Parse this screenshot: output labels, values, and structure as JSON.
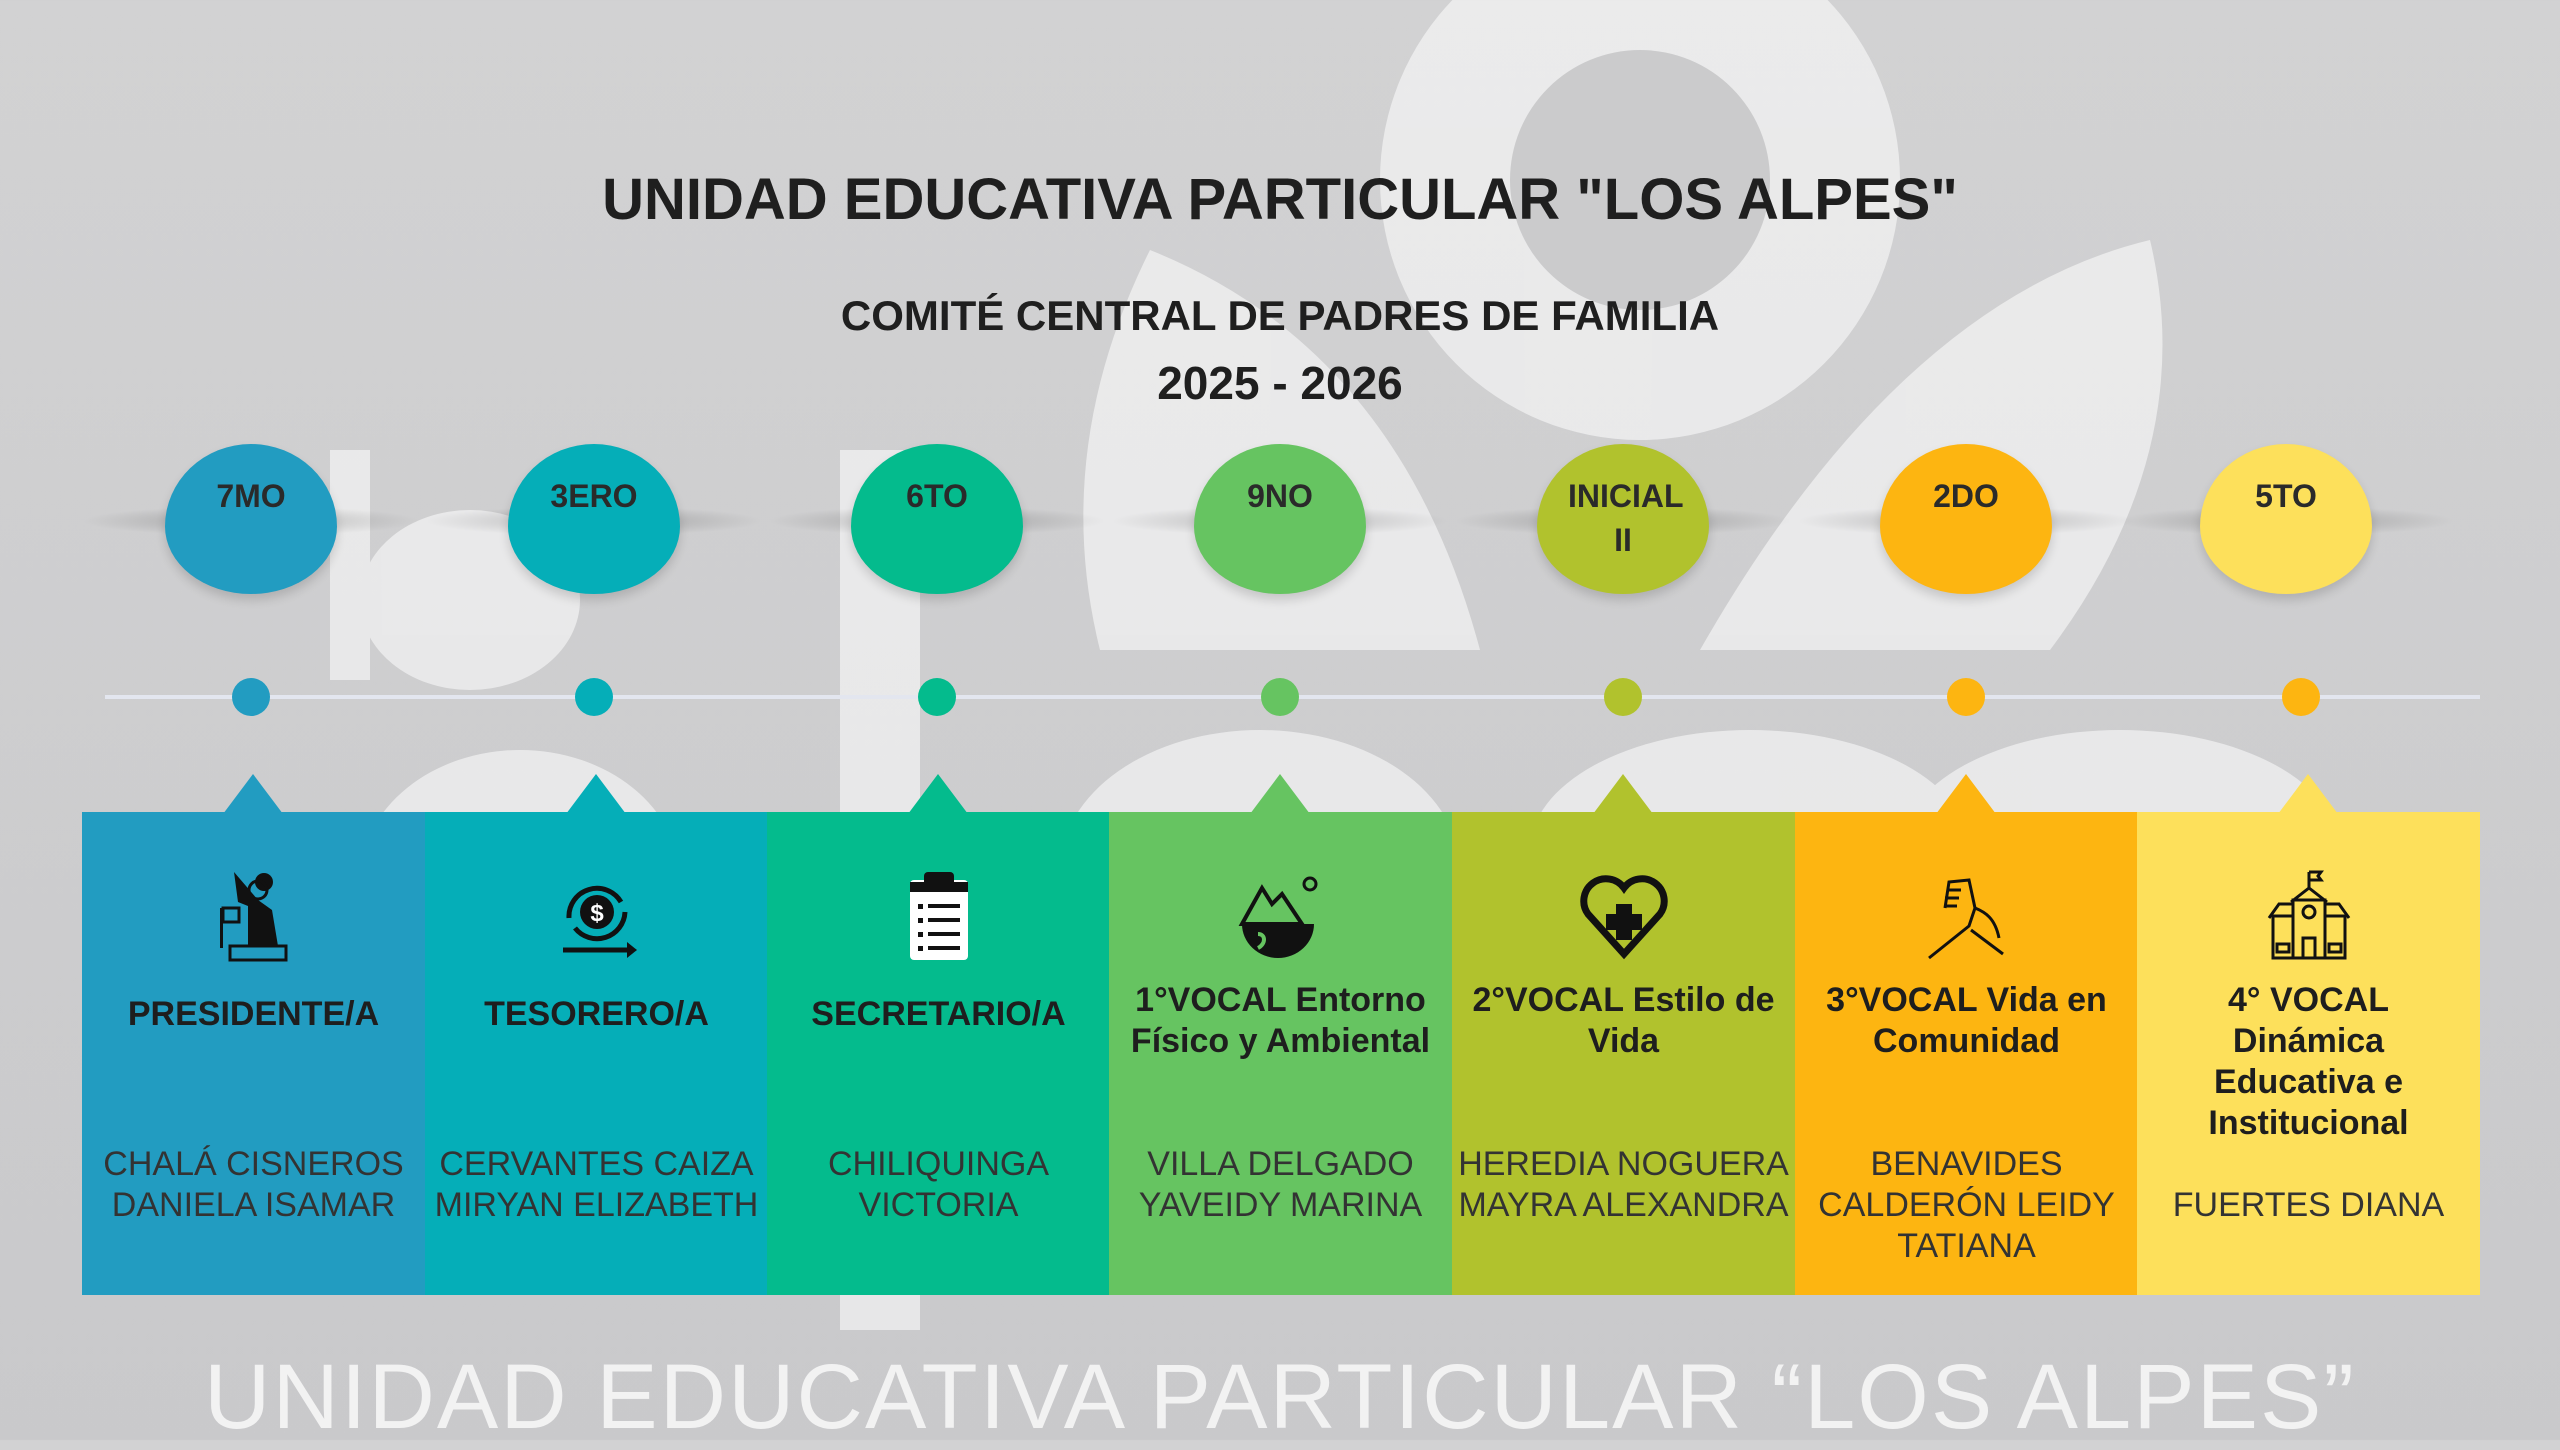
{
  "header": {
    "title": "UNIDAD EDUCATIVA  PARTICULAR \"LOS ALPES\"",
    "subtitle": "COMITÉ CENTRAL DE PADRES DE FAMILIA",
    "period": "2025 - 2026"
  },
  "members": [
    {
      "grade": "7MO",
      "role": "PRESIDENTE/A",
      "name": "CHALÁ CISNEROS DANIELA ISAMAR",
      "color": "#229cc1",
      "icon": "president-podium-icon"
    },
    {
      "grade": "3ERO",
      "role": "TESORERO/A",
      "name": "CERVANTES CAIZA MIRYAN ELIZABETH",
      "color": "#05aeb8",
      "icon": "money-cycle-icon"
    },
    {
      "grade": "6TO",
      "role": "SECRETARIO/A",
      "name": "CHILIQUINGA VICTORIA",
      "color": "#04bb8d",
      "icon": "clipboard-icon"
    },
    {
      "grade": "9NO",
      "role": "1°VOCAL Entorno Físico y Ambiental",
      "name": "VILLA DELGADO YAVEIDY MARINA",
      "color": "#66c461",
      "icon": "environment-earth-icon"
    },
    {
      "grade": "INICIAL II",
      "role": "2°VOCAL Estilo de Vida",
      "name": "HEREDIA NOGUERA MAYRA ALEXANDRA",
      "color": "#b1c22d",
      "icon": "heart-health-icon"
    },
    {
      "grade": "2DO",
      "role": "3°VOCAL Vida en Comunidad",
      "name": "BENAVIDES CALDERÓN LEIDY TATIANA",
      "color": "#fdb511",
      "icon": "handshake-icon"
    },
    {
      "grade": "5TO",
      "role": "4° VOCAL Dinámica Educativa e Institucional",
      "name": "FUERTES DIANA",
      "color": "#fde05b",
      "icon": "school-building-icon"
    }
  ],
  "footer": {
    "watermark": "UNIDAD EDUCATIVA PARTICULAR “LOS ALPES”"
  }
}
